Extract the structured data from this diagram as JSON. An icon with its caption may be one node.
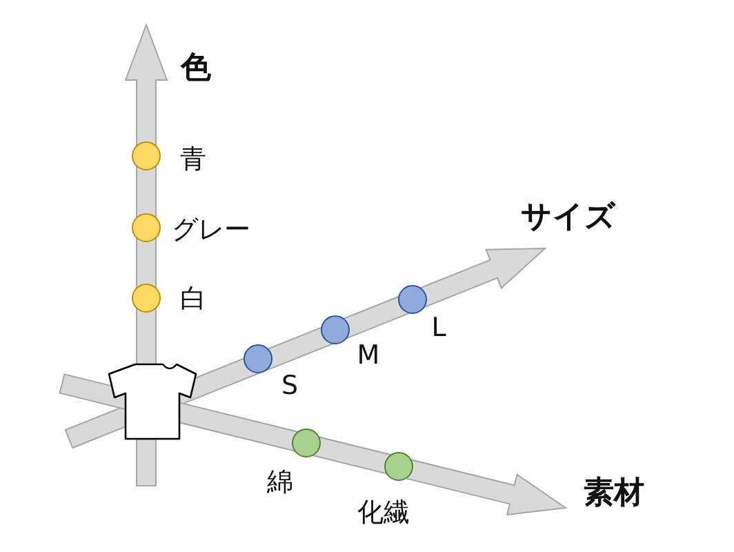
{
  "diagram": {
    "labels": [
      "色",
      "青",
      "グレー",
      "白",
      "サイズ",
      "S",
      "M",
      "L",
      "素材",
      "綿",
      "化繊"
    ]
  }
}
